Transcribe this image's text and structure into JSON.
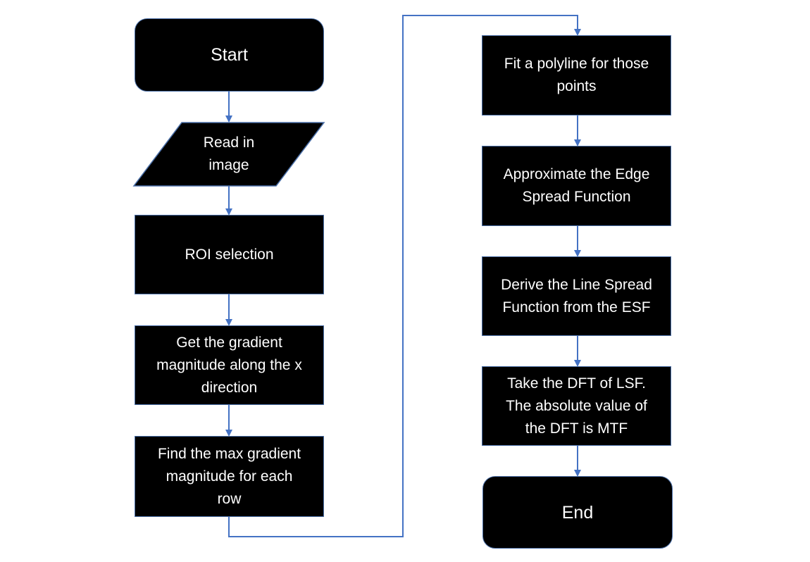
{
  "colors": {
    "node_fill": "#000000",
    "node_text": "#ffffff",
    "connector": "#4472c4"
  },
  "nodes": {
    "start": "Start",
    "read_image": "Read in\nimage",
    "roi_selection": "ROI selection",
    "gradient": "Get the gradient\nmagnitude along the x\ndirection",
    "max_gradient": "Find the max gradient\nmagnitude for each\nrow",
    "fit_polyline": "Fit a polyline for those\npoints",
    "esf": "Approximate the Edge\nSpread Function",
    "lsf": "Derive the Line Spread\nFunction from the ESF",
    "dft": "Take the DFT of LSF.\nThe absolute value of\nthe DFT is MTF",
    "end": "End"
  }
}
